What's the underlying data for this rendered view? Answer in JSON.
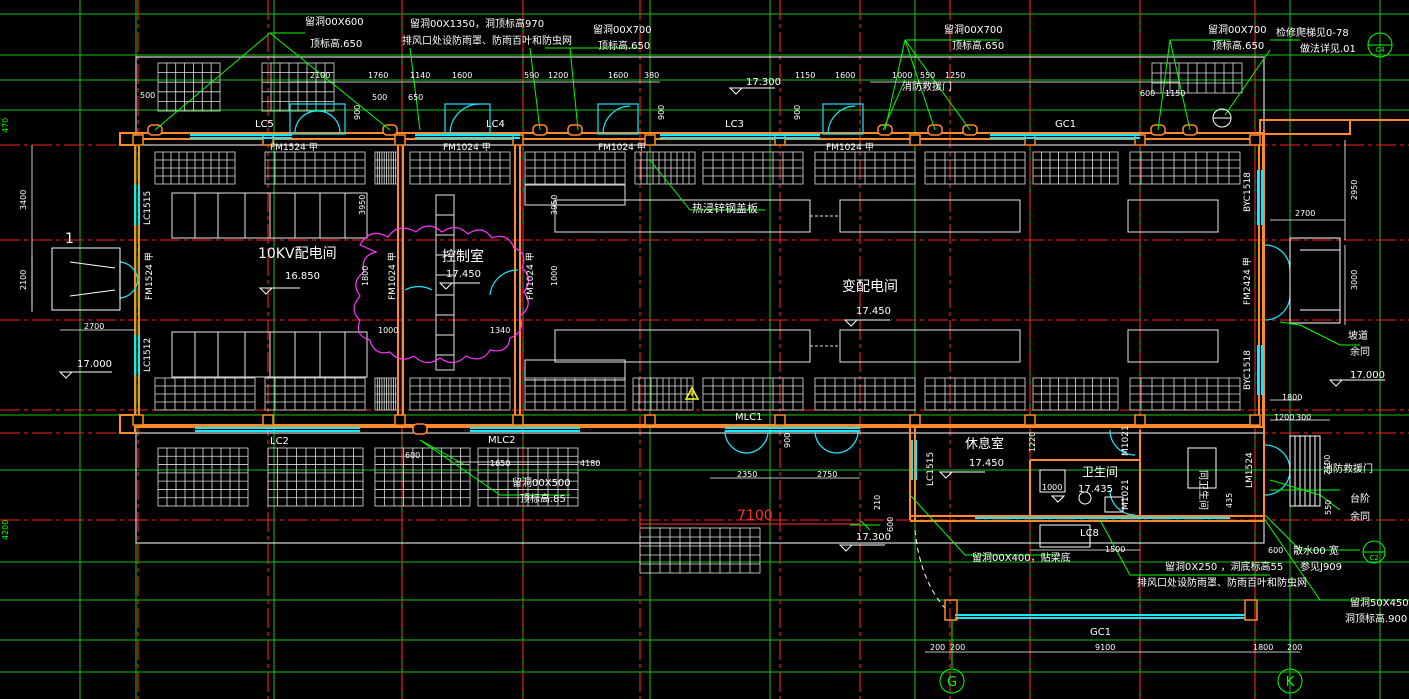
{
  "colors": {
    "background": "#000000",
    "wall": "#ff8a2a",
    "axis": "#ff2020",
    "grid": "#1aff1a",
    "window": "#19e6ff",
    "leader": "#00ff00",
    "text": "#ffffff",
    "cloud": "#ff33ff",
    "panel": "#e8e8e8"
  },
  "rooms": {
    "kv10": {
      "name": "10KV配电间",
      "elev": "16.850"
    },
    "control": {
      "name": "控制室",
      "elev": "17.450"
    },
    "transform": {
      "name": "变配电间",
      "elev": "17.450"
    },
    "rest": {
      "name": "休息室",
      "elev": "17.450"
    },
    "toilet": {
      "name": "卫生间",
      "elev": "17.435"
    }
  },
  "elevations": {
    "top_mid": "17.300",
    "left": "17.000",
    "right": "17.000",
    "bottom": "17.300"
  },
  "notes": {
    "top1_l1": "留洞00X600",
    "top1_l2": "顶标高.650",
    "top2_l1": "留洞00X1350，洞顶标高970",
    "top2_l2": "排风口处设防雨罩、防雨百叶和防虫网",
    "top3_l1": "留洞00X700",
    "top3_l2": "顶标高.650",
    "top4_l1": "留洞00X700",
    "top4_l2": "顶标高.650",
    "top5_l1": "留洞00X700",
    "top5_l2": "顶标高.650",
    "top6_l1": "检修爬梯见0-78",
    "top6_l2": "做法详见.01",
    "fire_top": "消防救援门",
    "trench": "热浸锌钢盖板",
    "bot1_l1": "留洞00X500",
    "bot1_l2": "顶标高.85",
    "bot2": "留洞00X400，贴梁底",
    "bot3_l1": "留洞0X250 ，洞底标高55",
    "bot3_l2": "排风口处设防雨罩、防雨百叶和防虫网",
    "ramp_r1": "坡道",
    "ramp_r2": "余同",
    "fire_right": "消防救援门",
    "step1": "台阶",
    "step2": "余同",
    "scatter1": "散水00 宽",
    "scatter2": "参见J909",
    "hole_r1": "留洞50X450",
    "hole_r2": "洞顶标高.900",
    "wc_label": "同卫生间"
  },
  "labels": {
    "LC5": "LC5",
    "LC4": "LC4",
    "LC3": "LC3",
    "GC1_top": "GC1",
    "LC2": "LC2",
    "MLC2": "MLC2",
    "MLC1": "MLC1",
    "LC8": "LC8",
    "GC1_bot": "GC1",
    "LC1515_l": "LC1515",
    "LC1512": "LC1512",
    "LC1515_r": "LC1515",
    "FM1524_top": "FM1524 甲",
    "FM1024_a": "FM1024 甲",
    "FM1024_b": "FM1024 甲",
    "FM1024_c": "FM1024 甲",
    "FM1524_left": "FM1524 甲",
    "FM1024_v1": "FM1024 甲",
    "FM1024_v2": "FM1024 甲",
    "FM2424": "FM2424 甲",
    "BYC1518_a": "BYC1518",
    "BYC1518_b": "BYC1518",
    "LM1524": "LM1524",
    "M1021_a": "M1021",
    "M1021_b": "M1021",
    "arrow1": "1"
  },
  "dims_top": [
    "2100",
    "1760",
    "1140",
    "1600",
    "590",
    "1200",
    "1600",
    "380",
    "1150",
    "1600",
    "1000",
    "550",
    "1250",
    "600",
    "1150"
  ],
  "dims_misc": {
    "d500a": "500",
    "d500b": "500",
    "d650": "650",
    "d900a": "900",
    "d900b": "900",
    "d900c": "900",
    "d900d": "900",
    "d3950a": "3950",
    "d3950b": "3950",
    "d1800a": "1800",
    "d1000a": "1000",
    "d1000b": "1000",
    "d1340": "1340",
    "d2700l": "2700",
    "d2700r": "2700",
    "d2950": "2950",
    "d3000": "3000",
    "d3400": "3400",
    "d2100l": "2100",
    "d1800r": "1800",
    "d1200r": "1200",
    "d300": "300",
    "d2100r": "2100",
    "d550": "550",
    "d600a": "600",
    "d1650": "1650",
    "d4180": "4180",
    "d2350": "2350",
    "d2750": "2750",
    "d7100": "7100",
    "d1220": "1220",
    "d1000w": "1000",
    "d1500": "1500",
    "d210": "210",
    "d600b": "600",
    "d435": "435",
    "d600c": "600",
    "d470": "470",
    "d4200": "4200"
  },
  "bottom_dims": [
    "200",
    "200",
    "9100",
    "1800",
    "200"
  ],
  "axes": {
    "G": "G",
    "K": "K",
    "C4": "C4",
    "C2": "C2"
  }
}
